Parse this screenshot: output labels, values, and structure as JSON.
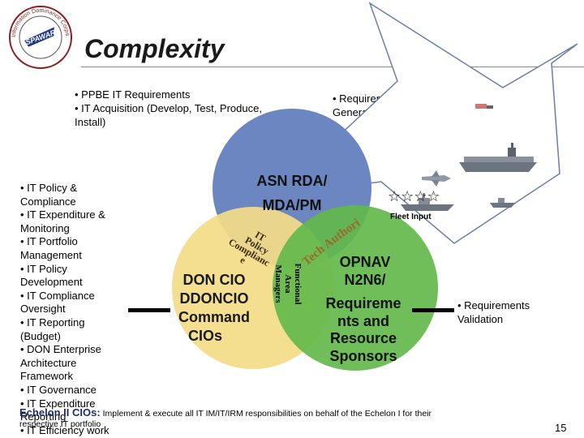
{
  "slide": {
    "title": "Complexity",
    "page_number": "15"
  },
  "seal": {
    "ring_text": "Information Dominance Corps",
    "center_text": "SPAWAR"
  },
  "notes": {
    "top_left": [
      "• PPBE IT Requirements",
      "• IT Acquisition (Develop, Test, Produce,",
      "Install)"
    ],
    "top_right": [
      "• Requirements",
      "Generation"
    ],
    "right": [
      "• Requirements",
      "Validation"
    ]
  },
  "left_list": [
    "• IT Policy &",
    "Compliance",
    "• IT Expenditure &",
    "Monitoring",
    "• IT Portfolio",
    "Management",
    "• IT Policy",
    "Development",
    "• IT Compliance",
    "Oversight",
    "• IT Reporting",
    "(Budget)",
    "• DON Enterprise",
    "Architecture",
    "Framework",
    "• IT Governance",
    "• IT Expenditure",
    "Reporting",
    "• IT Efficiency work"
  ],
  "circles": {
    "top": [
      "ASN RDA/",
      "MDA/PM"
    ],
    "left": [
      "DON CIO",
      "DDONCIO",
      "Command",
      "CIOs"
    ],
    "right_title": [
      "OPNAV",
      "N2N6/"
    ],
    "right_body": [
      "Requireme",
      "nts and",
      "Resource",
      "Sponsors"
    ],
    "overlap_policy": [
      "IT",
      "Policy",
      "Complianc",
      "e"
    ],
    "overlap_tech": "Tech Authority",
    "overlap_functional": [
      "Functional",
      "Area",
      "Managers"
    ],
    "stars": "☆☆☆☆",
    "fleet_input": "Fleet Input"
  },
  "footer": {
    "lead": "Echelon II CIOs:",
    "text": " Implement & execute all IT IM/IT/IRM responsibilities on behalf of the Echelon I for their",
    "line2": "respective IT portfolio"
  },
  "colors": {
    "blue_circle": "#6b86c0",
    "yellow_circle": "#f3dc86",
    "green_circle": "#63b94c",
    "tech_authority": "#9a6a2a",
    "footer_lead": "#1f2f6b"
  }
}
